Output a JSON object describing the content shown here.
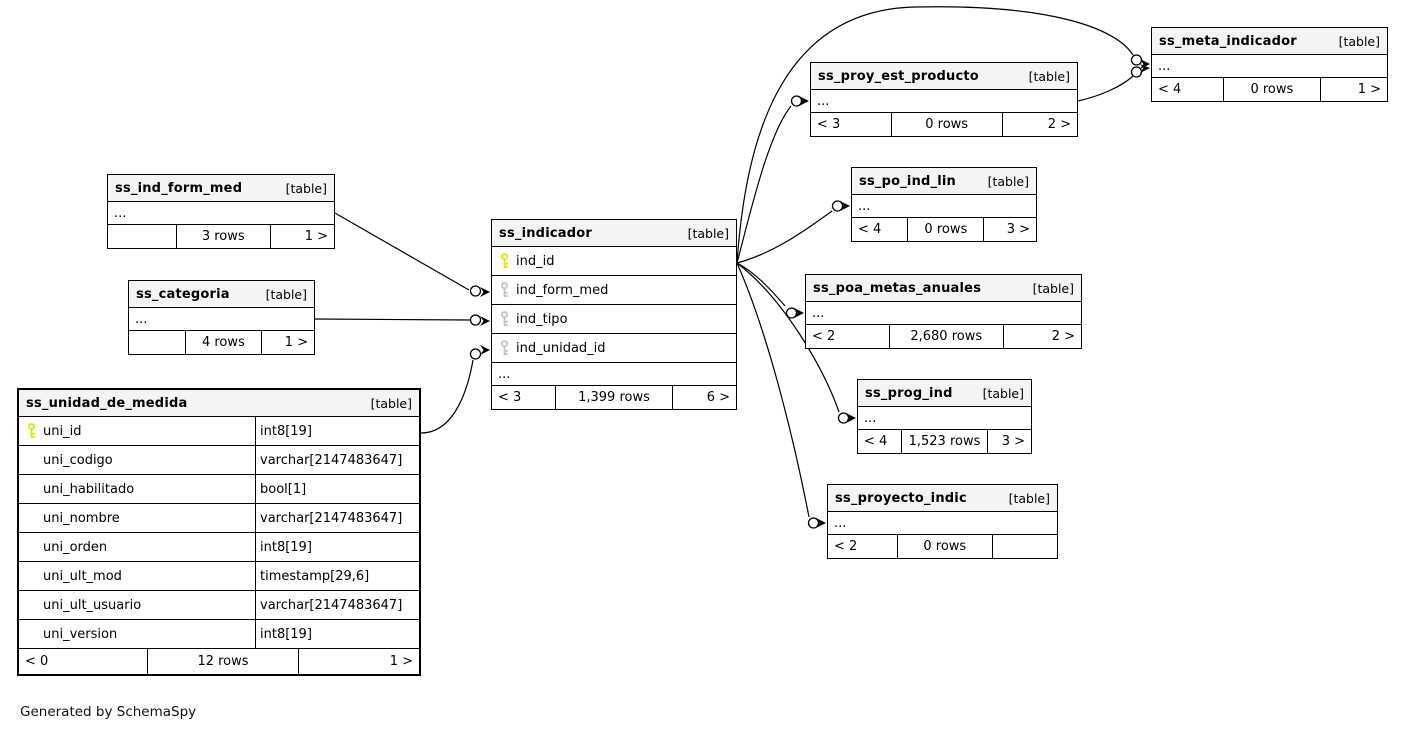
{
  "diagram": {
    "generator_note": "Generated by SchemaSpy"
  },
  "colors": {
    "node_header_bg": "#f4f4f4",
    "node_border": "#000000",
    "primary_key_icon": "#e3e300",
    "foreign_key_icon": "#c2c2c2",
    "background": "#ffffff"
  },
  "tables": {
    "ind_form_med": {
      "name": "ss_ind_form_med",
      "tag": "[table]",
      "ellipsis": "...",
      "footer": {
        "left": "",
        "center": "3 rows",
        "right": "1 >"
      }
    },
    "categoria": {
      "name": "ss_categoria",
      "tag": "[table]",
      "ellipsis": "...",
      "footer": {
        "left": "",
        "center": "4 rows",
        "right": "1 >"
      }
    },
    "unidad_de_medida": {
      "name": "ss_unidad_de_medida",
      "tag": "[table]",
      "columns": [
        {
          "name": "uni_id",
          "type": "int8[19]",
          "key": "primary"
        },
        {
          "name": "uni_codigo",
          "type": "varchar[2147483647]",
          "key": ""
        },
        {
          "name": "uni_habilitado",
          "type": "bool[1]",
          "key": ""
        },
        {
          "name": "uni_nombre",
          "type": "varchar[2147483647]",
          "key": ""
        },
        {
          "name": "uni_orden",
          "type": "int8[19]",
          "key": ""
        },
        {
          "name": "uni_ult_mod",
          "type": "timestamp[29,6]",
          "key": ""
        },
        {
          "name": "uni_ult_usuario",
          "type": "varchar[2147483647]",
          "key": ""
        },
        {
          "name": "uni_version",
          "type": "int8[19]",
          "key": ""
        }
      ],
      "footer": {
        "left": "< 0",
        "center": "12 rows",
        "right": "1 >"
      }
    },
    "indicador": {
      "name": "ss_indicador",
      "tag": "[table]",
      "ellipsis": "...",
      "columns": [
        {
          "name": "ind_id",
          "key": "primary"
        },
        {
          "name": "ind_form_med",
          "key": "foreign"
        },
        {
          "name": "ind_tipo",
          "key": "foreign"
        },
        {
          "name": "ind_unidad_id",
          "key": "foreign"
        }
      ],
      "footer": {
        "left": "< 3",
        "center": "1,399 rows",
        "right": "6 >"
      }
    },
    "proy_est_producto": {
      "name": "ss_proy_est_producto",
      "tag": "[table]",
      "ellipsis": "...",
      "footer": {
        "left": "< 3",
        "center": "0 rows",
        "right": "2 >"
      }
    },
    "meta_indicador": {
      "name": "ss_meta_indicador",
      "tag": "[table]",
      "ellipsis": "...",
      "footer": {
        "left": "< 4",
        "center": "0 rows",
        "right": "1 >"
      }
    },
    "po_ind_lin": {
      "name": "ss_po_ind_lin",
      "tag": "[table]",
      "ellipsis": "...",
      "footer": {
        "left": "< 4",
        "center": "0 rows",
        "right": "3 >"
      }
    },
    "poa_metas_anuales": {
      "name": "ss_poa_metas_anuales",
      "tag": "[table]",
      "ellipsis": "...",
      "footer": {
        "left": "< 2",
        "center": "2,680 rows",
        "right": "2 >"
      }
    },
    "prog_ind": {
      "name": "ss_prog_ind",
      "tag": "[table]",
      "ellipsis": "...",
      "footer": {
        "left": "< 4",
        "center": "1,523 rows",
        "right": "3 >"
      }
    },
    "proyecto_indic": {
      "name": "ss_proyecto_indic",
      "tag": "[table]",
      "ellipsis": "...",
      "footer": {
        "left": "< 2",
        "center": "0 rows",
        "right": ""
      }
    }
  }
}
